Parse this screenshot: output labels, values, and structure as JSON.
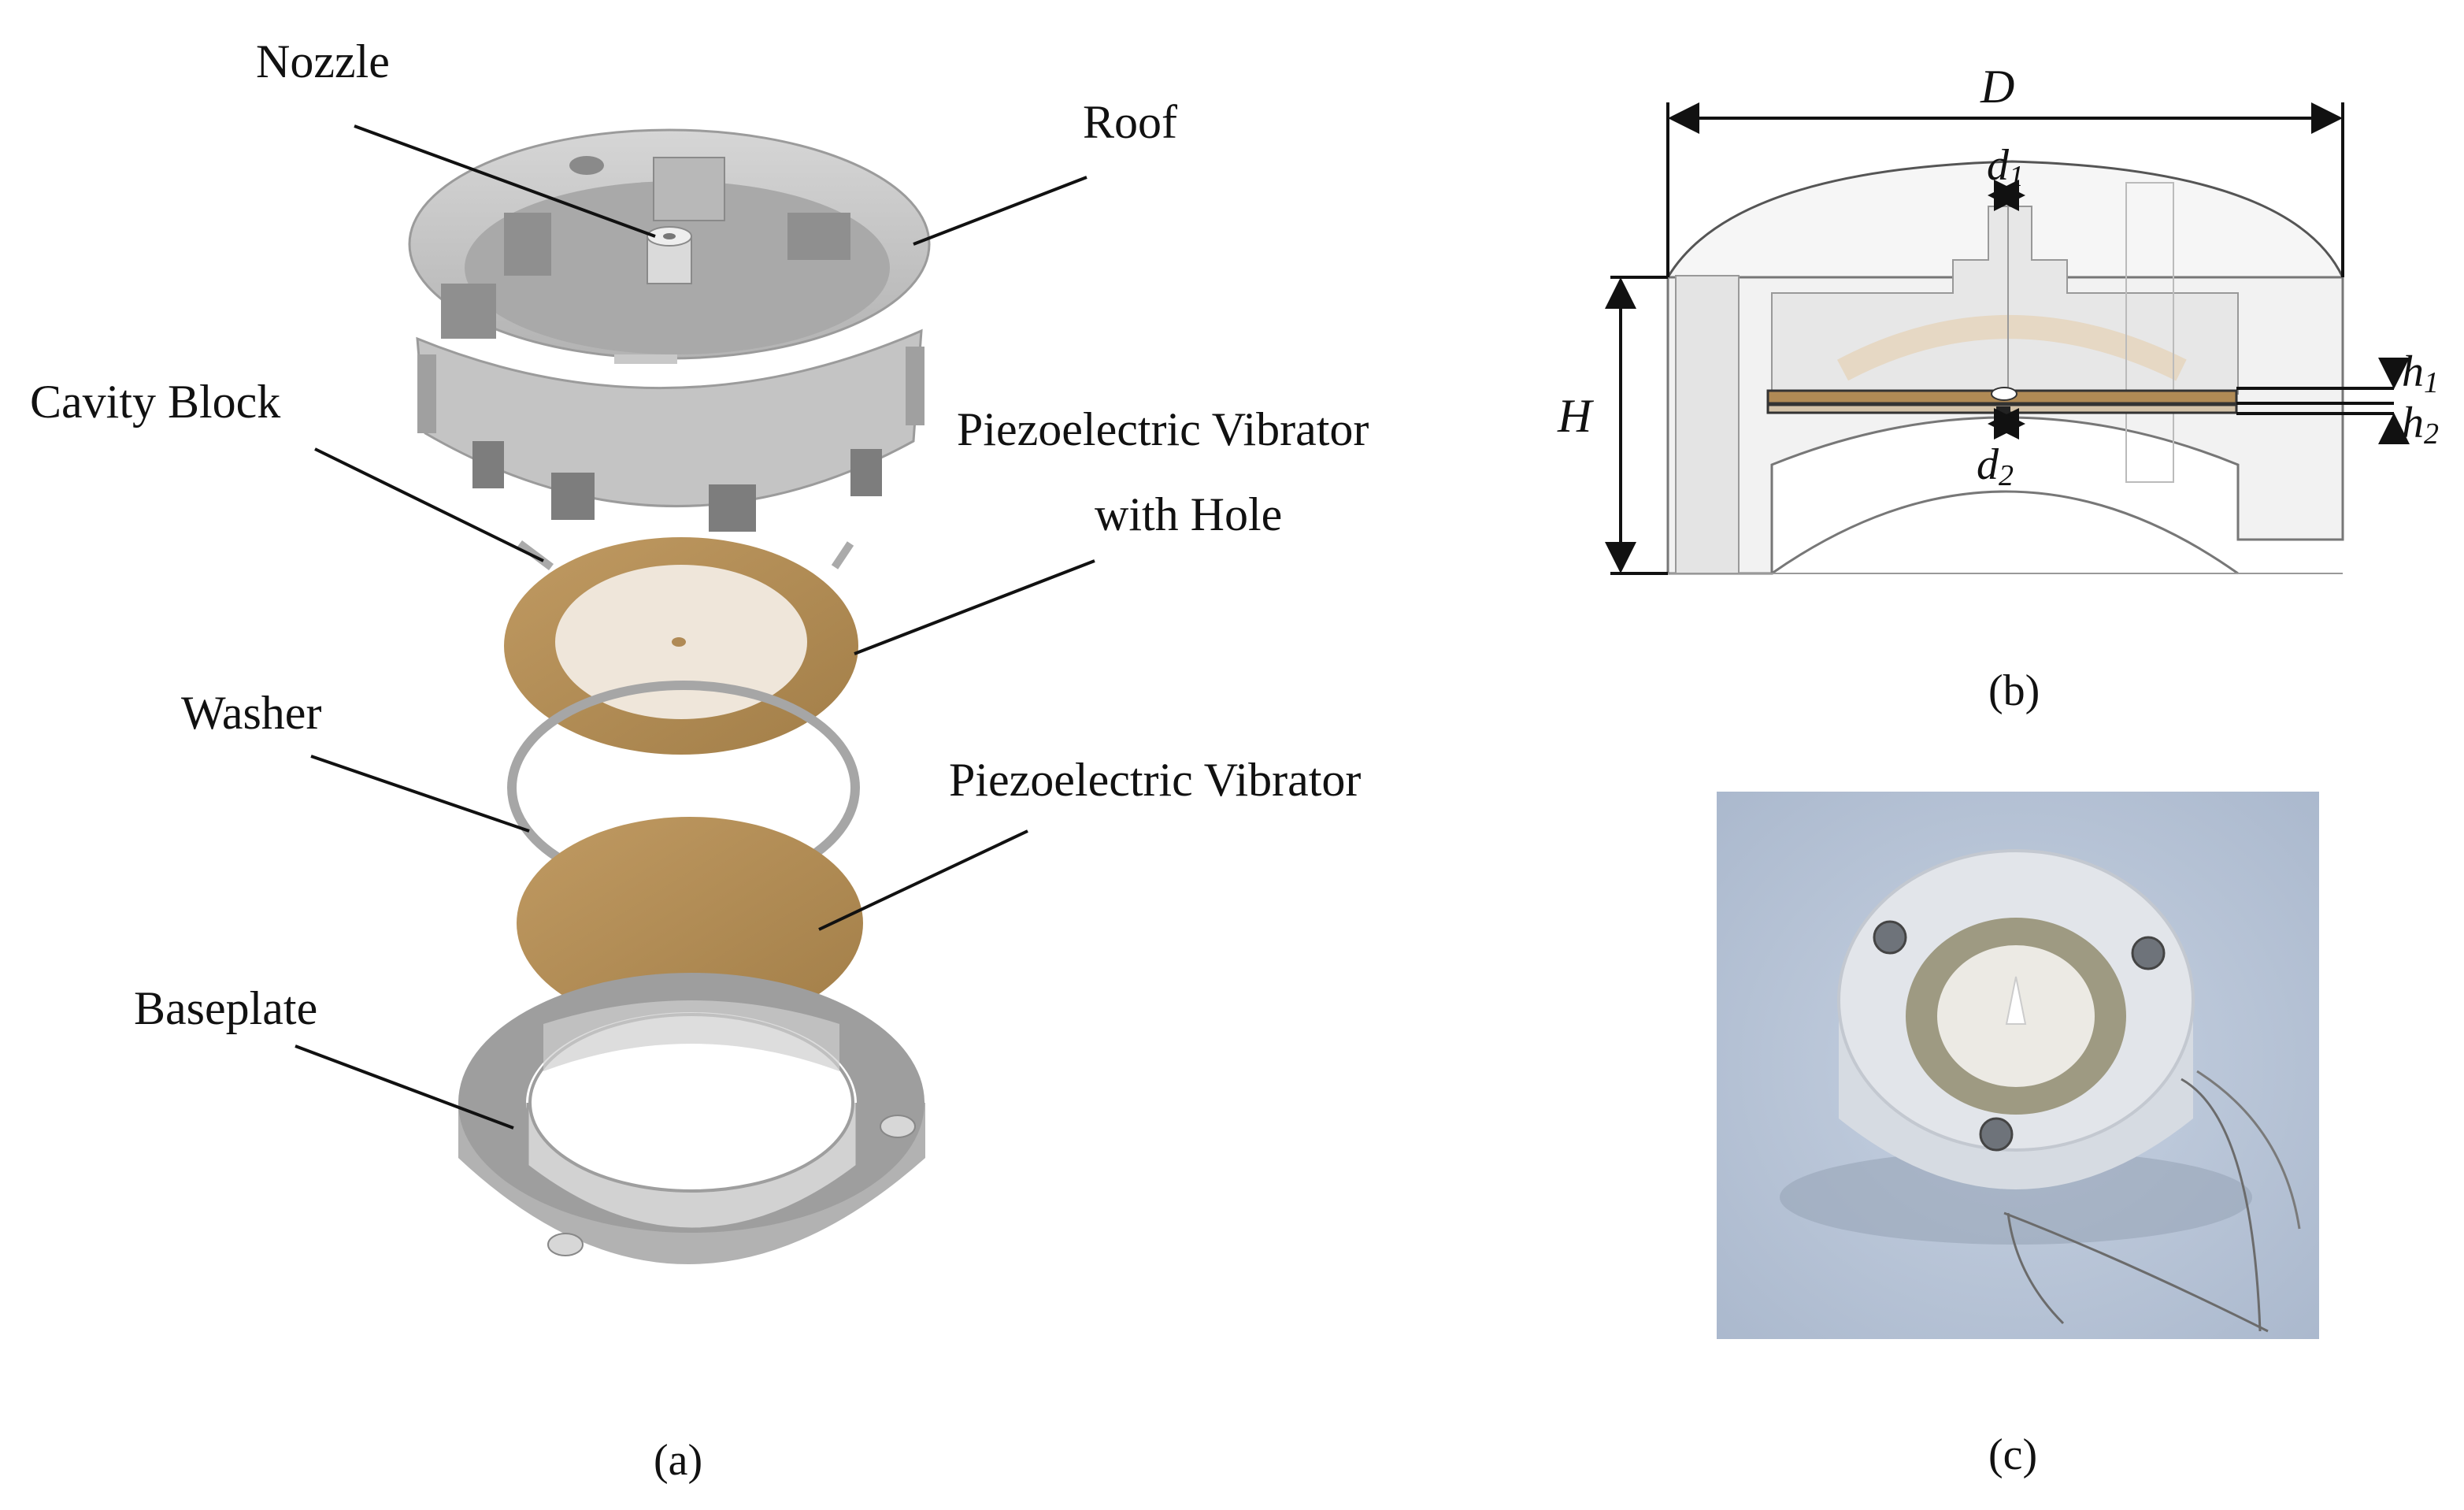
{
  "panel_a": {
    "caption": "(a)",
    "labels": {
      "nozzle": "Nozzle",
      "roof": "Roof",
      "cavity_block": "Cavity Block",
      "vibrator_hole_line1": "Piezoelectric Vibrator",
      "vibrator_hole_line2": "with Hole",
      "washer": "Washer",
      "vibrator": "Piezoelectric Vibrator",
      "baseplate": "Baseplate"
    }
  },
  "panel_b": {
    "caption": "(b)",
    "dimensions": {
      "D": "D",
      "H": "H",
      "d1": "d",
      "d1_sub": "1",
      "d2": "d",
      "d2_sub": "2",
      "h1": "h",
      "h1_sub": "1",
      "h2": "h",
      "h2_sub": "2"
    }
  },
  "panel_c": {
    "caption": "(c)"
  },
  "colors": {
    "piezo_brass": "#b08a55",
    "piezo_ceramic": "#efe6da",
    "acrylic_light": "#cfcfcf",
    "acrylic_dark": "#9a9a9a",
    "photo_bg": "#b9c6d8"
  }
}
